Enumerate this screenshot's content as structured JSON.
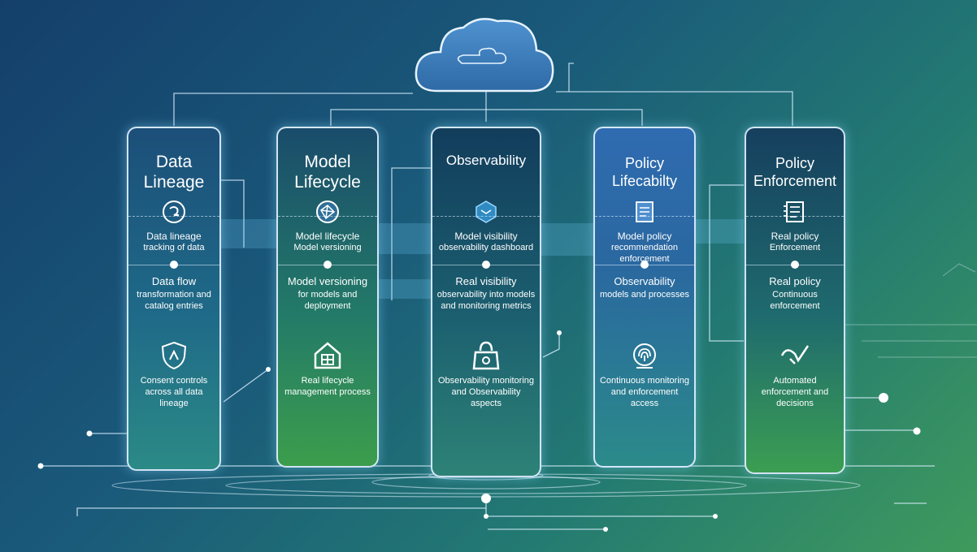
{
  "pillars": [
    {
      "title": "Data Lineage",
      "section1_lead": "Data lineage",
      "section1_detail": "tracking of data",
      "section2_lead": "Data flow",
      "section2_detail": "transformation and catalog entries",
      "section3_text": "Consent controls across all data lineage",
      "icon_top": "lineage-icon",
      "icon_bottom": "shield-icon",
      "colors": {
        "top": "#1c4f79",
        "bottom": "#2b8a86"
      }
    },
    {
      "title": "Model Lifecycle",
      "section1_lead": "Model lifecycle",
      "section1_detail": "Model versioning",
      "section2_lead": "Model versioning",
      "section2_detail": "for models and deployment",
      "section3_text": "Real lifecycle management process",
      "icon_top": "network-icon",
      "icon_bottom": "home-icon",
      "colors": {
        "top": "#1a4c6b",
        "bottom": "#3c9d4c"
      }
    },
    {
      "title": "Observability",
      "section1_lead": "Model visibility",
      "section1_detail": "observability dashboard",
      "section2_lead": "Real visibility",
      "section2_detail": "observability into models and monitoring metrics",
      "section3_text": "Observability monitoring and Observability aspects",
      "icon_top": "cube-icon",
      "icon_bottom": "lock-icon",
      "colors": {
        "top": "#123d5c",
        "bottom": "#2d8276"
      }
    },
    {
      "title": "Policy Lifecabilty",
      "section1_lead": "Model policy",
      "section1_detail": "recommendation enforcement",
      "section2_lead": "Observability",
      "section2_detail": "models and processes",
      "section3_text": "Continuous monitoring and enforcement access",
      "icon_top": "document-icon",
      "icon_bottom": "fingerprint-icon",
      "colors": {
        "top": "#2f6bb0",
        "bottom": "#2b8a8a"
      }
    },
    {
      "title": "Policy Enforcement",
      "section1_lead": "Real policy",
      "section1_detail": "Enforcement",
      "section2_lead": "Real policy",
      "section2_detail": "Continuous enforcement",
      "section3_text": "Automated enforcement and decisions",
      "icon_top": "list-icon",
      "icon_bottom": "checkmark-icon",
      "colors": {
        "top": "#163f5e",
        "bottom": "#3b9e52"
      }
    }
  ],
  "cloud": {
    "icon": "cloud-icon"
  }
}
